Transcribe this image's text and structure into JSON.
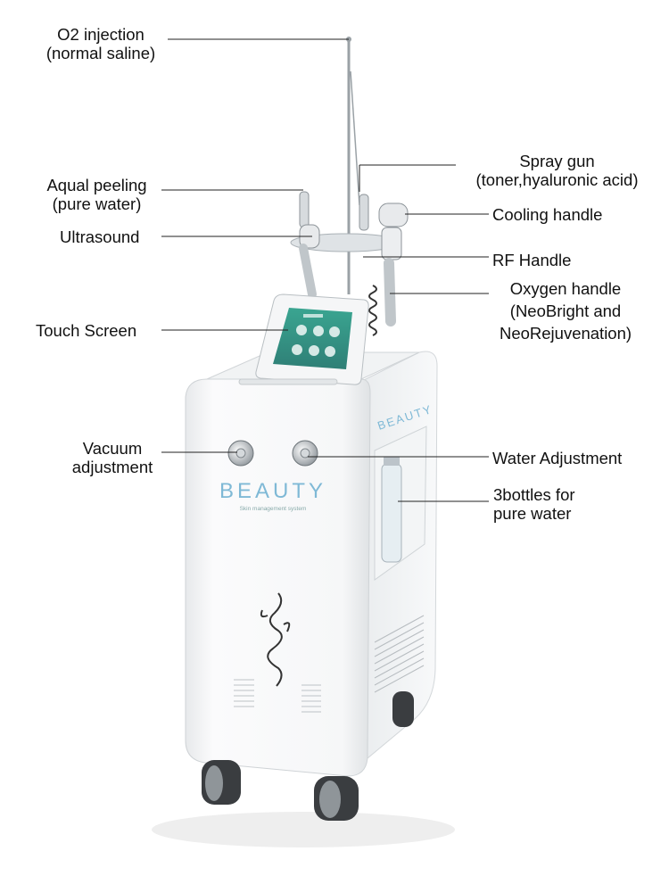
{
  "labels": {
    "o2_injection_1": "O2 injection",
    "o2_injection_2": "(normal saline)",
    "spray_gun_1": "Spray gun",
    "spray_gun_2": "(toner,hyaluronic acid)",
    "aqual_peeling_1": "Aqual peeling",
    "aqual_peeling_2": "(pure water)",
    "cooling_handle": "Cooling handle",
    "ultrasound": "Ultrasound",
    "rf_handle": "RF Handle",
    "oxygen_handle_1": "Oxygen handle",
    "oxygen_handle_2": "(NeoBright and",
    "oxygen_handle_3": "NeoRejuvenation)",
    "touch_screen": "Touch Screen",
    "vacuum_adjustment_1": "Vacuum",
    "vacuum_adjustment_2": "adjustment",
    "water_adjustment": "Water Adjustment",
    "bottles_1": "3bottles for",
    "bottles_2": "pure water"
  },
  "machine": {
    "brand_front": "BEAUTY",
    "tagline_front": "Skin management system",
    "brand_side": "BEAUTY"
  },
  "colors": {
    "body": "#f4f5f6",
    "screen": "#3c9a8c",
    "brand": "#7fb9d6",
    "leader_line": "#222222"
  }
}
